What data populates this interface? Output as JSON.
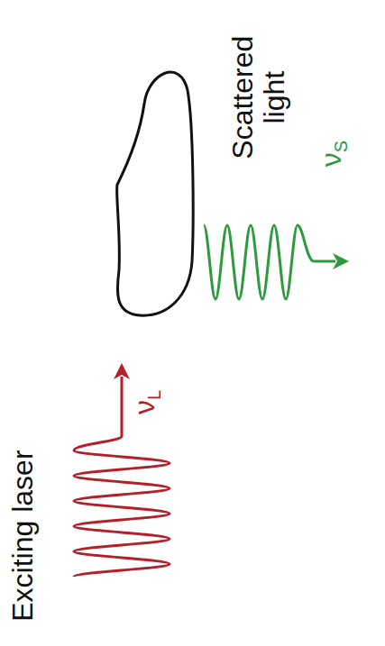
{
  "diagram": {
    "labels": [
      "Exciting laser",
      "ν",
      "L",
      "Scattered light",
      "ν",
      "S"
    ]
  }
}
